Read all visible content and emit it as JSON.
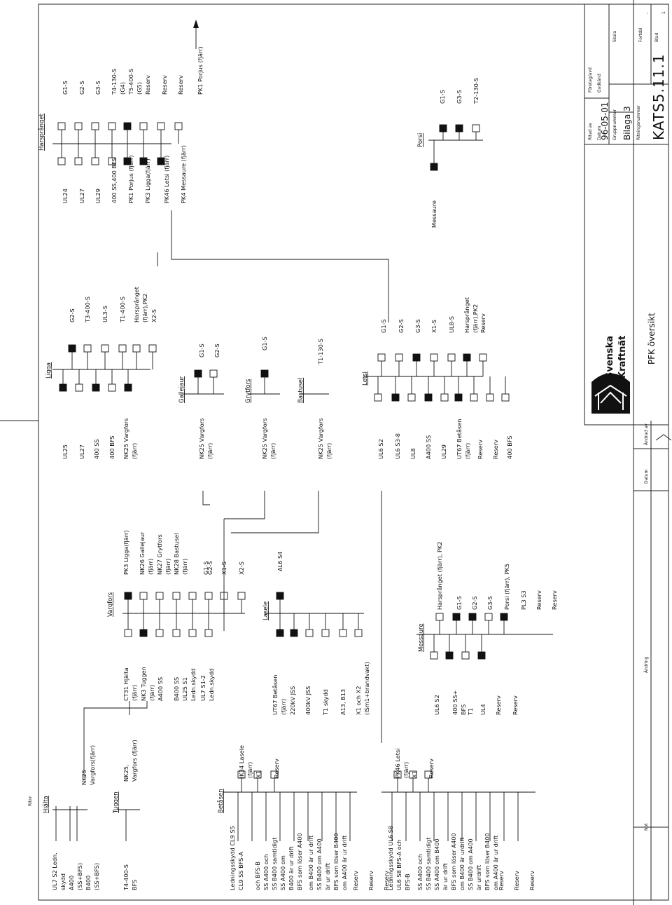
{
  "margin_label": "Ritnr",
  "revision_labels": [
    "Not",
    "Ändring",
    "Datum",
    "Ändrad av"
  ],
  "title_block": {
    "rows": [
      {
        "label": "Ritad av",
        "value": ""
      },
      {
        "label": "Företag/avd",
        "value": ""
      },
      {
        "label": "Datum",
        "value": "96-05-01"
      },
      {
        "label": "Godkänd",
        "value": ""
      },
      {
        "label": "Gruppnummer",
        "value": "Bilaga 3"
      },
      {
        "label": "Skala",
        "value": ""
      },
      {
        "label": "Ritningsnummer",
        "value": "KATS5.11.1"
      },
      {
        "label": "Fortsbl",
        "value": "-"
      },
      {
        "label": "Blad",
        "value": "1"
      }
    ],
    "drawing_title": "PFK översikt",
    "company": [
      "Svenska",
      "Kraftnät"
    ]
  },
  "stations": [
    {
      "id": "hjalta",
      "name": "Hjälta",
      "left": [
        "UL7 S2 Ledn.",
        "skydd",
        "A400",
        "(SS+BFS)",
        "B400",
        "(SS+BFS)"
      ],
      "right": [
        "NK25",
        "Vargfors(fjärr)"
      ]
    },
    {
      "id": "tuggen",
      "name": "Tuggen",
      "left": [
        "T4-400-S",
        "BFS"
      ],
      "right": [
        "NK25,",
        "Vargfors (fjärr)"
      ]
    },
    {
      "id": "betasen",
      "name": "Betåsen",
      "left": [
        "Ledningsskydd CL9 S5",
        "CL9 SS BFS-A",
        "och BFS-B",
        "SS A400 och",
        "SS B400 samtidigt",
        "SS A400 om",
        "B400 är ur drift",
        "BFS som löser A400",
        "om B400 är ur drift",
        "SS B400 om A400",
        "är ur drift",
        "BFS som löser B400",
        "om A400 är ur drift",
        "Reserv",
        "Reserv",
        "Reserv"
      ],
      "right": [
        "IK34 Lasele",
        "(fjärr)",
        "X1",
        "Reserv"
      ]
    },
    {
      "id": "betasen2",
      "name": "",
      "left": [
        "Ledningsskydd UL6 S8",
        "UL6 S8 BFS-A och",
        "BFS-B",
        "SS A400 och",
        "SS B400 samtidigt",
        "SS A400 om B400",
        "är ur drift",
        "BFS som löser A400",
        "om B400 är urdrift",
        "SS B400 om A400",
        "är urdrift",
        "BFS som löser B400",
        "om A400 är ur drift",
        "Reserv",
        "Reserv",
        "Reserv"
      ],
      "right": [
        "PK46 Letsi",
        "(fjärr)",
        "X1",
        "Reserv"
      ]
    },
    {
      "id": "vargfors",
      "name": "Vargfors",
      "left": [
        "CT31 Hjälta",
        "(fjärr)",
        "NK3 Tuggen",
        "(fjärr)",
        "A400 SS",
        "B400 SS",
        "UL25 S1",
        "Ledn.skydd",
        "UL7 S1-2",
        "Ledn.skydd"
      ],
      "right": [
        "PK3 Ligga(fjärr)",
        "NK26 Gallejaur",
        "(fjärr)",
        "NK27 Grytfors",
        "(fjärr)",
        "NK28 Bastusel",
        "(fjärr)",
        "G1-S",
        "G2-S",
        "X1-S",
        "X2-S"
      ]
    },
    {
      "id": "lasele",
      "name": "Lasele",
      "left": [
        "UT67 Betåsen",
        "(fjärr)",
        "220kV JSS",
        "400kV JSS",
        "T1 skydd",
        "A13, B13",
        "X1 och X2",
        "(ISm1+brandvakt)"
      ],
      "right": [
        "AL6 S4"
      ]
    },
    {
      "id": "messaure1",
      "name": "Messaure",
      "left": [
        "UL6 S2",
        "400 SS+",
        "BFS",
        "T1",
        "UL4",
        "Reserv",
        "Reserv"
      ],
      "right": [
        "Harsprånget (fjärr), PK2",
        "G1-S",
        "G2-S",
        "G3-S",
        "Porsi (fjärr), PK5",
        "PL3 S3",
        "Reserv",
        "Reserv"
      ]
    },
    {
      "id": "ligga",
      "name": "Ligga",
      "left": [
        "UL25",
        "UL27",
        "400 SS",
        "400 BFS",
        "NK25 Vargfors",
        "(fjärr)"
      ],
      "right": [
        "G2-S",
        "T3-400-S",
        "UL3-S",
        "T1-400-S",
        "Harsprånget",
        "(fjärr),PK2",
        "X2-S"
      ]
    },
    {
      "id": "gallejaur",
      "name": "Gallejaur",
      "left": [
        "NK25 Vargfors",
        "(fjärr)"
      ],
      "right": [
        "G1-S",
        "G2-S"
      ]
    },
    {
      "id": "grytfors",
      "name": "Grytfors",
      "left": [
        "NK25 Vargfors",
        "(fjärr)"
      ],
      "right": [
        "G1-S"
      ]
    },
    {
      "id": "bastusel",
      "name": "Bastusel",
      "left": [
        "NK25 Vargfors",
        "(fjärr)"
      ],
      "right": [
        "T1-130-S"
      ]
    },
    {
      "id": "letsi",
      "name": "Letsi",
      "left": [
        "UL6 S2",
        "UL6 S3-8",
        "UL8",
        "A400 SS",
        "UL29",
        "UT67 Betåsen",
        "(fjärr)",
        "Reserv",
        "Reserv",
        "400 BFS"
      ],
      "right": [
        "G1-S",
        "G2-S",
        "G3-S",
        "X1-S",
        "UL8-S",
        "Harsprånget",
        "(fjärr),PK2",
        "Reserv"
      ]
    },
    {
      "id": "harspranget",
      "name": "Harsprånget",
      "left": [
        "UL24",
        "UL27",
        "UL29",
        "400 SS,400 BFS",
        "PK1 Porjus (fjärr)",
        "PK3 Ligga(fjärr)",
        "PK46 Letsi (fjärr)",
        "PK4 Messaure (fjärr)"
      ],
      "right": [
        "G1-S",
        "G2-S",
        "G3-S",
        "T4-130-S",
        "(G4)",
        "T5-400-S",
        "(G5)",
        "Reserv",
        "Reserv",
        "Reserv",
        "PK1 Porjus (fjärr)"
      ]
    },
    {
      "id": "porsi",
      "name": "Porsi",
      "left": [
        "Messaure"
      ],
      "right": [
        "G1-S",
        "G3-S",
        "T2-130-S"
      ]
    }
  ]
}
